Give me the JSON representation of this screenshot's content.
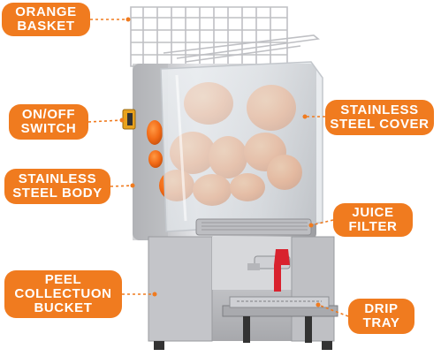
{
  "callouts": {
    "orange_basket": [
      "ORANGE",
      "BASKET"
    ],
    "on_off_switch": [
      "ON/OFF",
      "SWITCH"
    ],
    "stainless_steel_body": [
      "STAINLESS",
      "STEEL BODY"
    ],
    "peel_collection_bucket": [
      "PEEL",
      "COLLECTUON",
      "BUCKET"
    ],
    "stainless_steel_cover": [
      "STAINLESS",
      "STEEL COVER"
    ],
    "juice_filter": [
      "JUICE",
      "FILTER"
    ],
    "drip_tray": [
      "DRIP",
      "TRAY"
    ]
  },
  "colors": {
    "accent": "#f07b1f",
    "label_text": "#ffffff",
    "steel": "#cfcfd1",
    "orange_fruit": "#f26a16",
    "tap_red": "#d9222e"
  }
}
